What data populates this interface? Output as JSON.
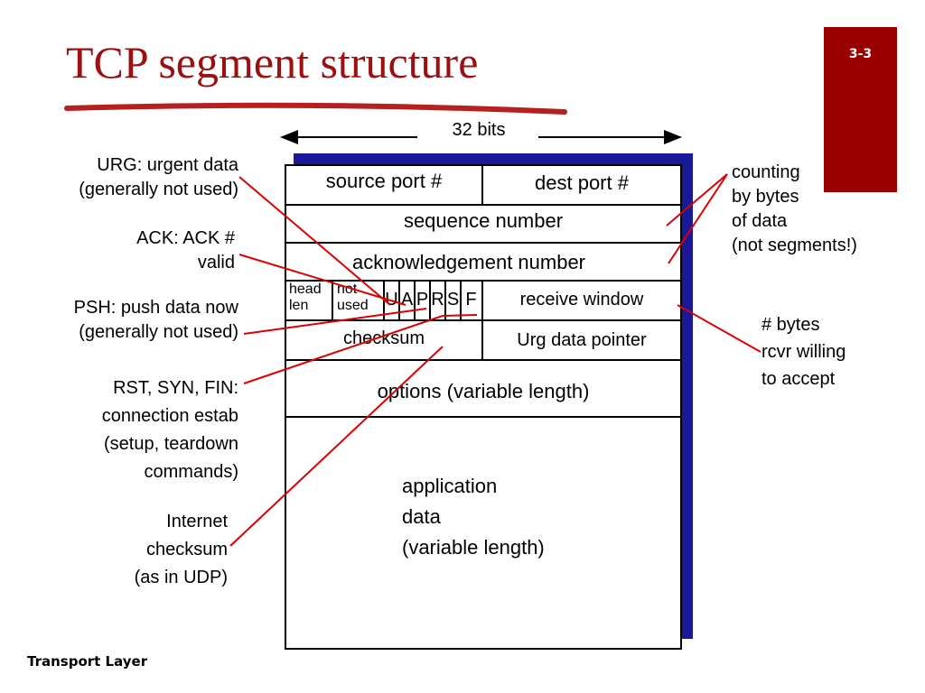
{
  "slide": {
    "title": "TCP segment structure",
    "number": "3-3",
    "footer": "Transport Layer"
  },
  "header": {
    "bits_label": "32 bits"
  },
  "fields": {
    "source_port": "source port #",
    "dest_port": "dest port #",
    "sequence_number": "sequence number",
    "ack_number": "acknowledgement number",
    "head_len": [
      "head",
      "len"
    ],
    "not_used": [
      "not",
      "used"
    ],
    "flags": [
      "U",
      "A",
      "P",
      "R",
      "S",
      "F"
    ],
    "receive_window": "receive window",
    "checksum": "checksum",
    "urg_pointer": "Urg data pointer",
    "options": "options (variable length)",
    "app_data": [
      "application",
      "data",
      "(variable length)"
    ]
  },
  "annotations": {
    "urg": [
      "URG: urgent data",
      "(generally not used)"
    ],
    "ack": [
      "ACK: ACK #",
      "valid"
    ],
    "psh": [
      "PSH: push data now",
      "(generally not used)"
    ],
    "rst_syn_fin": [
      "RST, SYN, FIN:",
      "connection estab",
      "(setup, teardown",
      "commands)"
    ],
    "internet_checksum": [
      "Internet",
      "checksum",
      "(as in UDP)"
    ],
    "counting": [
      "counting",
      "by bytes",
      "of data",
      "(not segments!)"
    ],
    "rcvr_bytes": [
      "# bytes",
      "rcvr willing",
      "to accept"
    ]
  },
  "colors": {
    "title": "#9b1010",
    "side_bar": "#990000",
    "shadow": "#1a1a99",
    "pointer_lines": "#dd0000"
  }
}
